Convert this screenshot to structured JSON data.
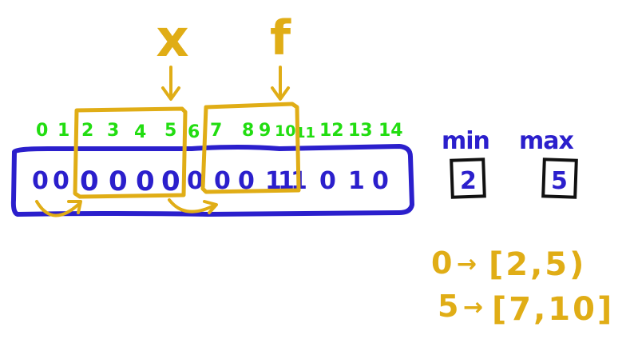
{
  "pointers": {
    "slow": "x",
    "fast": "f"
  },
  "indices": [
    "0",
    "1",
    "2",
    "3",
    "4",
    "5",
    "6",
    "7",
    "8",
    "9",
    "10",
    "11",
    "12",
    "13",
    "14"
  ],
  "bits": [
    "0",
    "0",
    "0",
    "0",
    "0",
    "0",
    "0",
    "0",
    "0",
    "1",
    "1",
    "1",
    "0",
    "1",
    "0"
  ],
  "stats": {
    "min_label": "min",
    "min_value": "2",
    "max_label": "max",
    "max_value": "5"
  },
  "mappings": [
    {
      "key": "0",
      "arrow": "→",
      "range": "[2,5)"
    },
    {
      "key": "5",
      "arrow": "→",
      "range": "[7,10]"
    }
  ],
  "colors": {
    "array": "#2b1fcc",
    "index": "#22dd11",
    "highlight": "#e0ad16"
  }
}
